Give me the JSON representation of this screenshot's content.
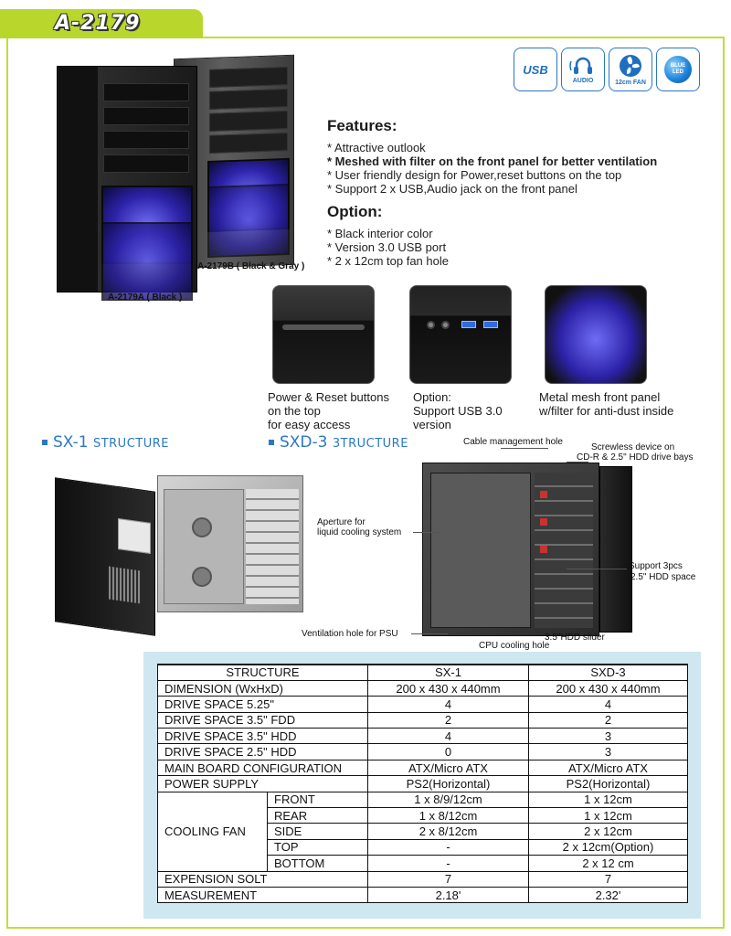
{
  "model": "A-2179",
  "badges": [
    {
      "icon": "usb-icon",
      "label": "USB"
    },
    {
      "icon": "audio-icon",
      "label": "AUDIO"
    },
    {
      "icon": "fan-icon",
      "label": "12cm FAN"
    },
    {
      "icon": "blue-led-icon",
      "label_top": "BLUE",
      "label_bottom": "LED"
    }
  ],
  "case_captions": {
    "gray": "A-2179B ( Black & Gray )",
    "black": "A-2179A ( Black )"
  },
  "features": {
    "title": "Features:",
    "items": [
      "* Attractive outlook",
      "* Meshed with filter on the front panel for better ventilation",
      "* User friendly design for Power,reset buttons on the top",
      "* Support 2 x USB,Audio jack on the front panel"
    ]
  },
  "option": {
    "title": "Option:",
    "items": [
      "* Black interior color",
      "* Version 3.0 USB port",
      "* 2 x 12cm top fan hole"
    ]
  },
  "photo_captions": {
    "power": [
      "Power & Reset buttons",
      "on the top",
      "for easy access"
    ],
    "usb": [
      "Option:",
      "Support USB 3.0",
      "version"
    ],
    "mesh": [
      "Metal mesh front panel",
      "w/filter for anti-dust inside"
    ]
  },
  "structures": {
    "sx1": {
      "name": "SX-1",
      "word": "STRUCTURE"
    },
    "sxd3": {
      "name": "SXD-3",
      "word": "3TRUCTURE"
    }
  },
  "annotations": {
    "cable": "Cable management hole",
    "screwless_1": "Screwless device on",
    "screwless_2": "CD-R & 2.5\" HDD drive bays",
    "aperture_1": "Aperture for",
    "aperture_2": "liquid cooling system",
    "support_1": "Support 3pcs",
    "support_2": "2.5\" HDD space",
    "psu": "Ventilation hole for PSU",
    "slider": "3.5\"HDD slider",
    "cpu": "CPU cooling hole"
  },
  "colors": {
    "accent_green": "#b8d62c",
    "accent_blue": "#2a78c6",
    "table_bg": "#cfe7f0"
  },
  "table": {
    "headers": [
      "STRUCTURE",
      "SX-1",
      "SXD-3"
    ],
    "rows": [
      {
        "label": "DIMENSION (WxHxD)",
        "sx1": "200 x 430 x 440mm",
        "sxd3": "200 x 430 x 440mm"
      },
      {
        "label": "DRIVE SPACE 5.25\"",
        "sx1": "4",
        "sxd3": "4"
      },
      {
        "label": "DRIVE SPACE 3.5\" FDD",
        "sx1": "2",
        "sxd3": "2"
      },
      {
        "label": "DRIVE SPACE 3.5\" HDD",
        "sx1": "4",
        "sxd3": "3"
      },
      {
        "label": "DRIVE SPACE 2.5\" HDD",
        "sx1": "0",
        "sxd3": "3"
      },
      {
        "label": "MAIN BOARD CONFIGURATION",
        "sx1": "ATX/Micro ATX",
        "sxd3": "ATX/Micro ATX"
      },
      {
        "label": "POWER SUPPLY",
        "sx1": "PS2(Horizontal)",
        "sxd3": "PS2(Horizontal)"
      }
    ],
    "cooling": {
      "label": "COOLING FAN",
      "rows": [
        {
          "sub": "FRONT",
          "sx1": "1 x 8/9/12cm",
          "sxd3": "1 x 12cm"
        },
        {
          "sub": "REAR",
          "sx1": "1 x 8/12cm",
          "sxd3": "1 x 12cm"
        },
        {
          "sub": "SIDE",
          "sx1": "2 x 8/12cm",
          "sxd3": "2 x 12cm"
        },
        {
          "sub": "TOP",
          "sx1": "-",
          "sxd3": "2 x 12cm(Option)"
        },
        {
          "sub": "BOTTOM",
          "sx1": "-",
          "sxd3": "2 x 12 cm"
        }
      ]
    },
    "tail": [
      {
        "label": "EXPENSION SOLT",
        "sx1": "7",
        "sxd3": "7"
      },
      {
        "label": "MEASUREMENT",
        "sx1": "2.18'",
        "sxd3": "2.32'"
      }
    ]
  }
}
